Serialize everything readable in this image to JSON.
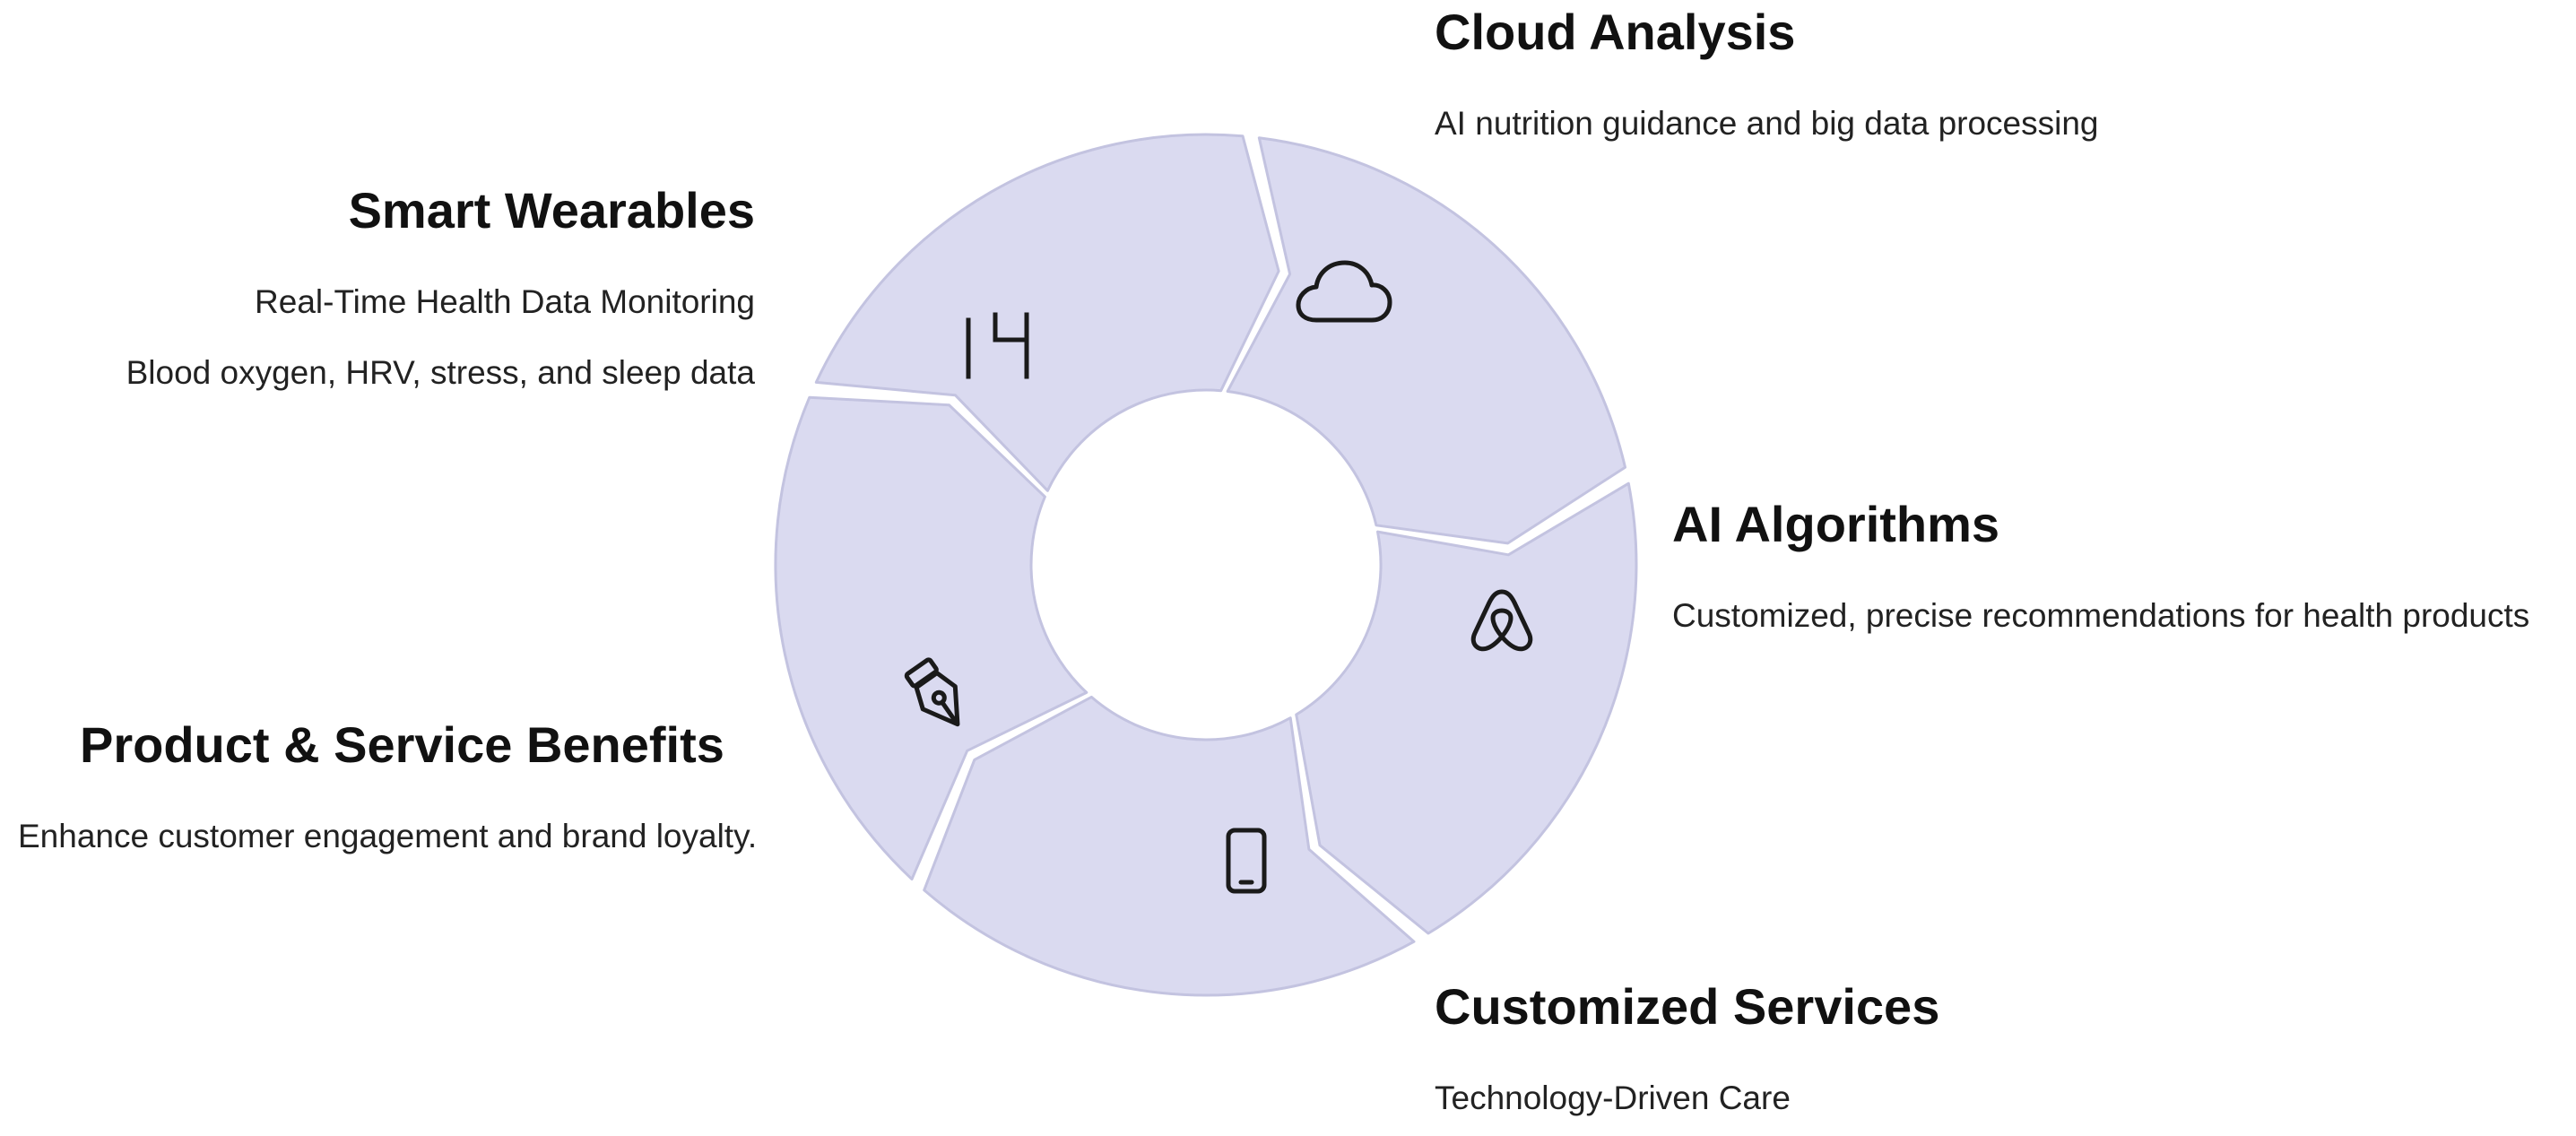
{
  "colors": {
    "segment_fill": "#dadaf0",
    "segment_stroke": "#c3c3e0",
    "icon_stroke": "#1a1a1a",
    "title_text": "#111111",
    "body_text": "#222222"
  },
  "cycle": {
    "segments": [
      {
        "id": "smart-wearables",
        "icon": "watch-digit-icon",
        "icon_text": "14",
        "title": "Smart Wearables",
        "lines": [
          "Real-Time Health Data Monitoring",
          "Blood oxygen, HRV, stress, and sleep data"
        ]
      },
      {
        "id": "cloud-analysis",
        "icon": "cloud-icon",
        "title": "Cloud Analysis",
        "lines": [
          "AI nutrition guidance and big data processing"
        ]
      },
      {
        "id": "ai-algorithms",
        "icon": "airbnb-logo-icon",
        "title": "AI Algorithms",
        "lines": [
          "Customized, precise recommendations for health products"
        ]
      },
      {
        "id": "customized-services",
        "icon": "smartphone-icon",
        "title": "Customized Services",
        "lines": [
          "Technology-Driven Care"
        ]
      },
      {
        "id": "product-benefits",
        "icon": "pen-nib-icon",
        "title": "Product & Service Benefits",
        "lines": [
          "Enhance customer engagement and brand loyalty."
        ]
      }
    ]
  }
}
